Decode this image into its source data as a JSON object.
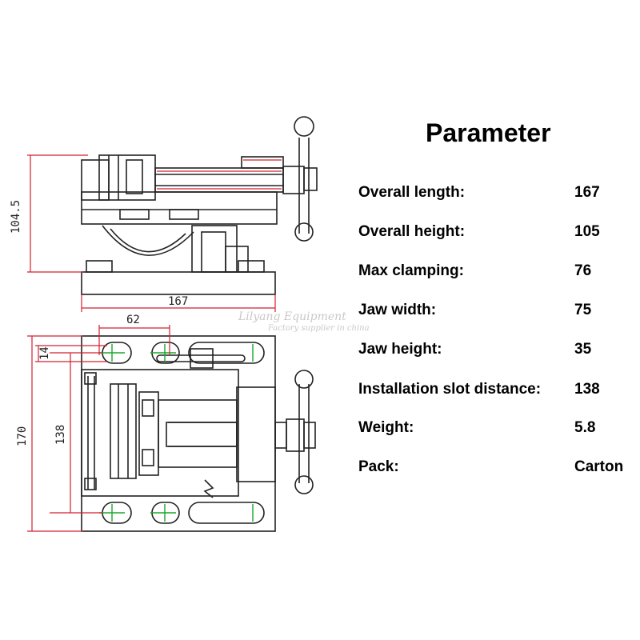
{
  "parameters": {
    "title": "Parameter",
    "rows": [
      {
        "label": "Overall length:",
        "value": "167"
      },
      {
        "label": "Overall height:",
        "value": "105"
      },
      {
        "label": "Max clamping:",
        "value": "76"
      },
      {
        "label": "Jaw width:",
        "value": "75"
      },
      {
        "label": "Jaw height:",
        "value": "35"
      },
      {
        "label": "Installation slot distance:",
        "value": "138"
      },
      {
        "label": "Weight:",
        "value": "5.8"
      },
      {
        "label": "Pack:",
        "value": "Carton"
      }
    ]
  },
  "drawing": {
    "dimensions": {
      "height": "104.5",
      "length": "167",
      "half_width": "62",
      "slot_offset": "14",
      "slot_distance": "138",
      "width": "170"
    },
    "watermark": {
      "line1": "Lilyang Equipment",
      "line2": "Factory supplier in china"
    },
    "colors": {
      "line": "#222222",
      "dimension": "#d22030",
      "centerline": "#1aa52a"
    }
  }
}
